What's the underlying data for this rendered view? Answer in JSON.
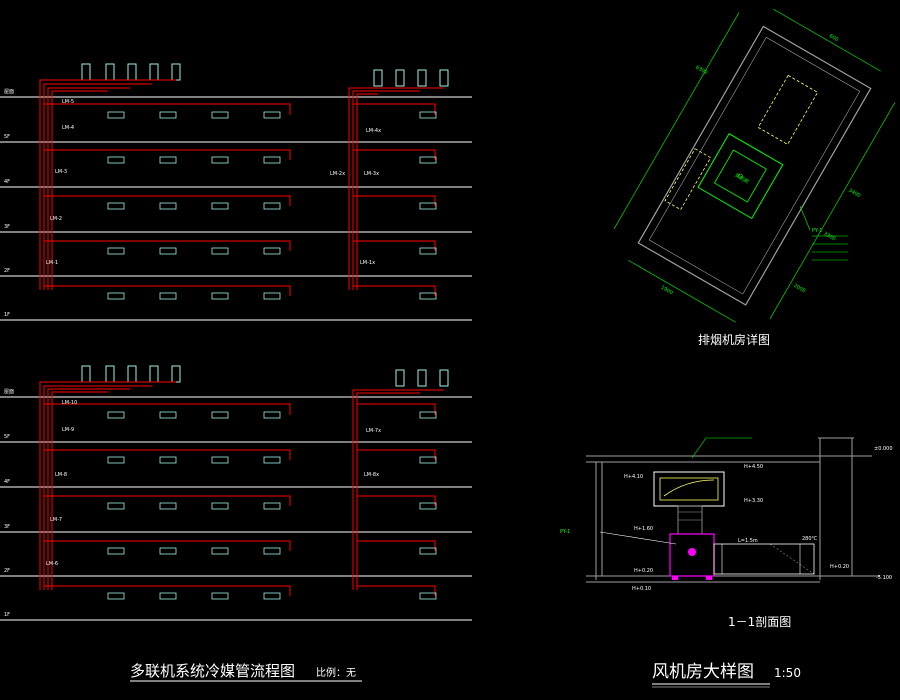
{
  "titles": {
    "main": "多联机系统冷媒管流程图",
    "main_scale": "比例：无",
    "fan_room": "风机房大样图",
    "fan_room_scale": "1:50",
    "exhaust_room": "排烟机房详图",
    "section": "1－1剖面图"
  },
  "floor_labels": [
    "屋面",
    "5F",
    "4F",
    "3F",
    "2F",
    "1F"
  ],
  "upper_diagram": {
    "left_branches": [
      "LM-5",
      "LM-4",
      "LM-3",
      "LM-2",
      "LM-1"
    ],
    "right_branches": [
      "LM-4x",
      "LM-3x",
      "LM-2x",
      "LM-1x"
    ]
  },
  "lower_diagram": {
    "left_branches": [
      "LM-10",
      "LM-9",
      "LM-8",
      "LM-7",
      "LM-6"
    ],
    "right_branches": [
      "LM-7x",
      "LM-8x"
    ]
  },
  "section_annotations": {
    "elev_top": "±0.000",
    "elev_bottom": "-5.100",
    "h_410": "H+4.10",
    "h_450": "H+4.50",
    "h_330": "H+3.30",
    "h_160": "H+1.60",
    "h_020_left": "H+0.20",
    "h_020_right": "H+0.20",
    "h_010": "H+0.10",
    "length": "L=1.5m",
    "temp": "280℃"
  },
  "exhaust_annotations": {
    "dims": [
      "6300",
      "3400",
      "3300",
      "2000",
      "600",
      "1900"
    ],
    "equipment": "PY-1",
    "room": "风机房"
  },
  "colors": {
    "pipe": "#ff0000",
    "floor_line": "#ffffff",
    "unit": "#9ff0e6",
    "green": "#00ff00",
    "yellow": "#ffff66",
    "magenta": "#ff00ff",
    "grey": "#a0a0a0"
  }
}
